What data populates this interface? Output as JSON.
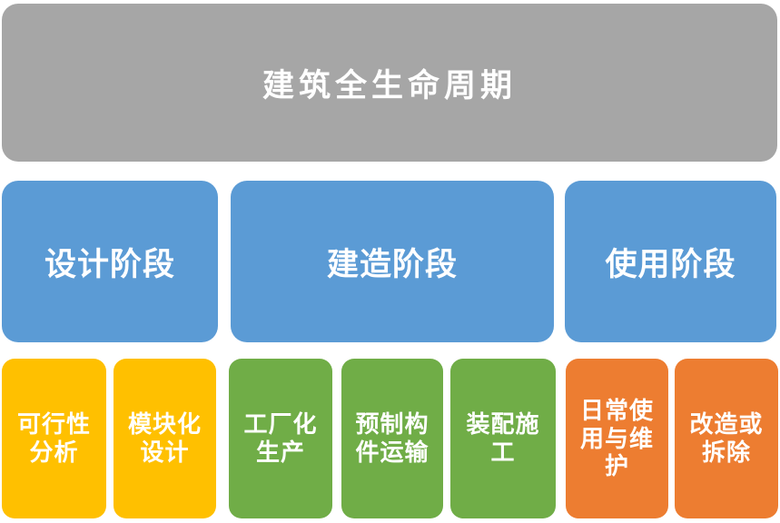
{
  "diagram": {
    "title": "建筑全生命周期",
    "colors": {
      "title_bg": "#A6A6A6",
      "stage_bg": "#5B9BD5",
      "design_items_bg": "#FFC000",
      "construction_items_bg": "#70AD47",
      "use_items_bg": "#ED7D31",
      "text": "#FFFFFF",
      "page_bg": "#FFFFFF"
    },
    "stages": [
      {
        "label": "设计阶段",
        "color": "#5B9BD5",
        "items": [
          {
            "label": "可行性\n分析",
            "color": "#FFC000"
          },
          {
            "label": "模块化\n设计",
            "color": "#FFC000"
          }
        ]
      },
      {
        "label": "建造阶段",
        "color": "#5B9BD5",
        "items": [
          {
            "label": "工厂化\n生产",
            "color": "#70AD47"
          },
          {
            "label": "预制构\n件运输",
            "color": "#70AD47"
          },
          {
            "label": "装配施\n工",
            "color": "#70AD47"
          }
        ]
      },
      {
        "label": "使用阶段",
        "color": "#5B9BD5",
        "items": [
          {
            "label": "日常使\n用与维\n护",
            "color": "#ED7D31"
          },
          {
            "label": "改造或\n拆除",
            "color": "#ED7D31"
          }
        ]
      }
    ]
  }
}
